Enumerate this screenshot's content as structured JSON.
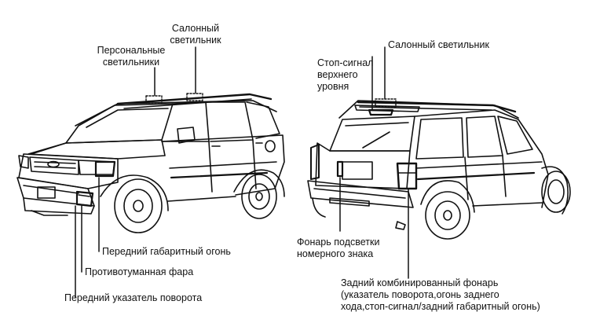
{
  "labels": {
    "front_interior_light": [
      "Салонный",
      "светильник"
    ],
    "personal_lights": [
      "Персональные",
      "светильники"
    ],
    "front_side_marker": "Передний габаритный огонь",
    "fog_light": "Противотуманная фара",
    "front_turn_signal": "Передний указатель поворота",
    "rear_interior_light": "Салонный светильник",
    "high_stop_lamp": [
      "Стоп-сигнал",
      "верхнего",
      "уровня"
    ],
    "license_plate_light": [
      "Фонарь подсветки",
      "номерного знака"
    ],
    "rear_combination_lamp": [
      "Задний комбинированный фонарь",
      "(указатель поворота,огонь заднего",
      "хода,стоп-сигнал/задний габаритный огонь)"
    ]
  }
}
